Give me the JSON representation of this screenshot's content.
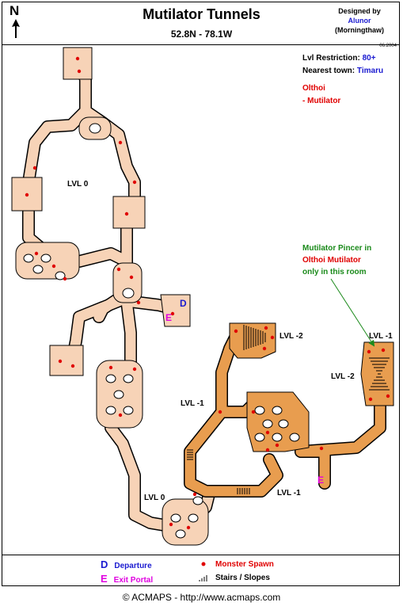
{
  "header": {
    "title": "Mutilator Tunnels",
    "coordinates": "52.8N - 78.1W",
    "compass_label": "N",
    "designed_by_label": "Designed by",
    "author": "Alunor",
    "server": "(Morningthaw)",
    "date": "06.2004"
  },
  "info": {
    "level_label": "Lvl Restriction:",
    "level_value": "80+",
    "town_label": "Nearest town:",
    "town_value": "Timaru",
    "monster_group": "Olthoi",
    "monster_name": "-  Mutilator"
  },
  "note": {
    "line1": "Mutilator Pincer in",
    "line2": "Olthoi Mutilator",
    "line3": "only in this room"
  },
  "map_labels": {
    "lvl0_top": "LVL 0",
    "lvl0_bottom": "LVL 0",
    "lvl_m2_mid": "LVL -2",
    "lvl_m1_mid": "LVL -1",
    "lvl_m1_bottom": "LVL -1",
    "lvl_m1_right": "LVL -1",
    "lvl_m2_right": "LVL -2",
    "departure_marker": "D",
    "exit_marker_1": "E",
    "exit_marker_2": "E"
  },
  "legend": {
    "departure_symbol": "D",
    "departure_label": "Departure",
    "exit_symbol": "E",
    "exit_label": "Exit Portal",
    "spawn_label": "Monster Spawn",
    "stairs_label": "Stairs / Slopes"
  },
  "footer": "© ACMAPS - http://www.acmaps.com",
  "colors": {
    "level0_fill": "#f7d3b7",
    "lower_fill": "#e89d4f",
    "outline": "#000000",
    "spawn": "#e00000",
    "departure": "#1a1ad0",
    "exit": "#e000e0",
    "note_green": "#1a8a1a"
  }
}
